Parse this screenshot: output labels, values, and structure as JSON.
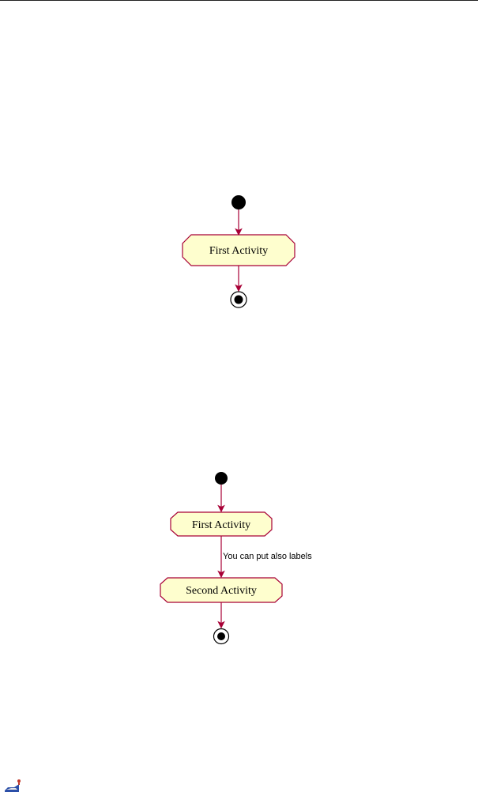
{
  "diagrams": [
    {
      "activities": [
        "First Activity"
      ],
      "edge_labels": []
    },
    {
      "activities": [
        "First Activity",
        "Second Activity"
      ],
      "edge_labels": [
        "You can put also labels"
      ]
    }
  ],
  "colors": {
    "activity_fill": "#FEFECE",
    "border_and_arrows": "#A80036",
    "node_black": "#000000"
  },
  "icons": [
    "start-node-icon",
    "end-node-icon",
    "logo-icon"
  ]
}
